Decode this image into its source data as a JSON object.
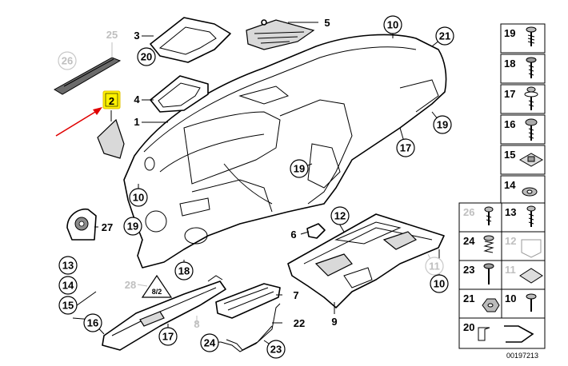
{
  "callouts": {
    "c1": "1",
    "c2": "2",
    "c3": "3",
    "c4": "4",
    "c5": "5",
    "c6": "6",
    "c7": "7",
    "c8": "8",
    "c9": "9",
    "c10a": "10",
    "c10b": "10",
    "c10c": "10",
    "c11": "11",
    "c12": "12",
    "c13": "13",
    "c14": "14",
    "c15": "15",
    "c16": "16",
    "c17a": "17",
    "c17b": "17",
    "c18": "18",
    "c19a": "19",
    "c19b": "19",
    "c19c": "19",
    "c20": "20",
    "c21": "21",
    "c22": "22",
    "c23": "23",
    "c24": "24",
    "c25": "25",
    "c26": "26",
    "c27": "27",
    "c28": "28"
  },
  "highlight": {
    "color": "#fff200",
    "arrow_color": "#e00000"
  },
  "parts_panel": {
    "rows": [
      {
        "num": "19",
        "num2": "",
        "icon": "screw-icon"
      },
      {
        "num": "18",
        "num2": "",
        "icon": "screw-washer-icon"
      },
      {
        "num": "17",
        "num2": "",
        "icon": "screw-collar-icon"
      },
      {
        "num": "16",
        "num2": "",
        "icon": "screw-flange-icon"
      },
      {
        "num": "15",
        "num2": "",
        "icon": "clip-nut-icon"
      },
      {
        "num": "14",
        "num2": "",
        "icon": "washer-icon"
      },
      {
        "num": "26",
        "num2": "13",
        "icon": "plug-icon"
      },
      {
        "num": "24",
        "num2": "12",
        "icon": "spring-clip-icon"
      },
      {
        "num": "23",
        "num2": "11",
        "icon": "bolt-icon"
      },
      {
        "num": "21",
        "num2": "10",
        "icon": "nut-icon"
      },
      {
        "num": "20",
        "num2": "",
        "icon": "bracket-icon"
      }
    ],
    "catalog_code": "00197213"
  }
}
